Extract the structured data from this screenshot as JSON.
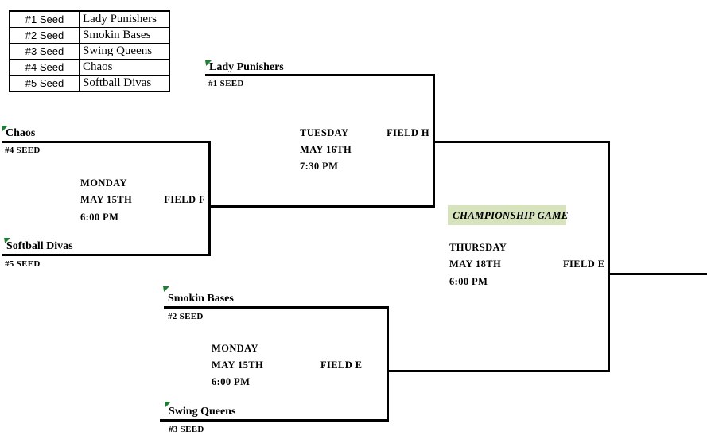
{
  "seed_table": {
    "rows": [
      {
        "seed": "#1 Seed",
        "team": "Lady Punishers"
      },
      {
        "seed": "#2 Seed",
        "team": "Smokin Bases"
      },
      {
        "seed": "#3 Seed",
        "team": "Swing Queens"
      },
      {
        "seed": "#4 Seed",
        "team": "Chaos"
      },
      {
        "seed": "#5 Seed",
        "team": "Softball Divas"
      }
    ]
  },
  "bracket": {
    "semifinal_top": {
      "team": "Lady Punishers",
      "team_seed": "#1 SEED",
      "day": "TUESDAY",
      "date": "MAY 16TH",
      "time": "7:30 PM",
      "field": "FIELD H"
    },
    "quarterfinal_left": {
      "team_top": "Chaos",
      "team_top_seed": "#4 SEED",
      "team_bottom": "Softball Divas",
      "team_bottom_seed": "#5 SEED",
      "day": "MONDAY",
      "date": "MAY 15TH",
      "time": "6:00 PM",
      "field": "FIELD F"
    },
    "quarterfinal_bottom": {
      "team_top": "Smokin Bases",
      "team_top_seed": "#2 SEED",
      "team_bottom": "Swing Queens",
      "team_bottom_seed": "#3 SEED",
      "day": "MONDAY",
      "date": "MAY 15TH",
      "time": "6:00 PM",
      "field": "FIELD E"
    },
    "championship": {
      "label": "CHAMPIONSHIP GAME",
      "day": "THURSDAY",
      "date": "MAY 18TH",
      "time": "6:00 PM",
      "field": "FIELD E"
    }
  },
  "colors": {
    "highlight_green": "#d6e3bc",
    "flag_green": "#1e7e34",
    "line_black": "#000000"
  }
}
